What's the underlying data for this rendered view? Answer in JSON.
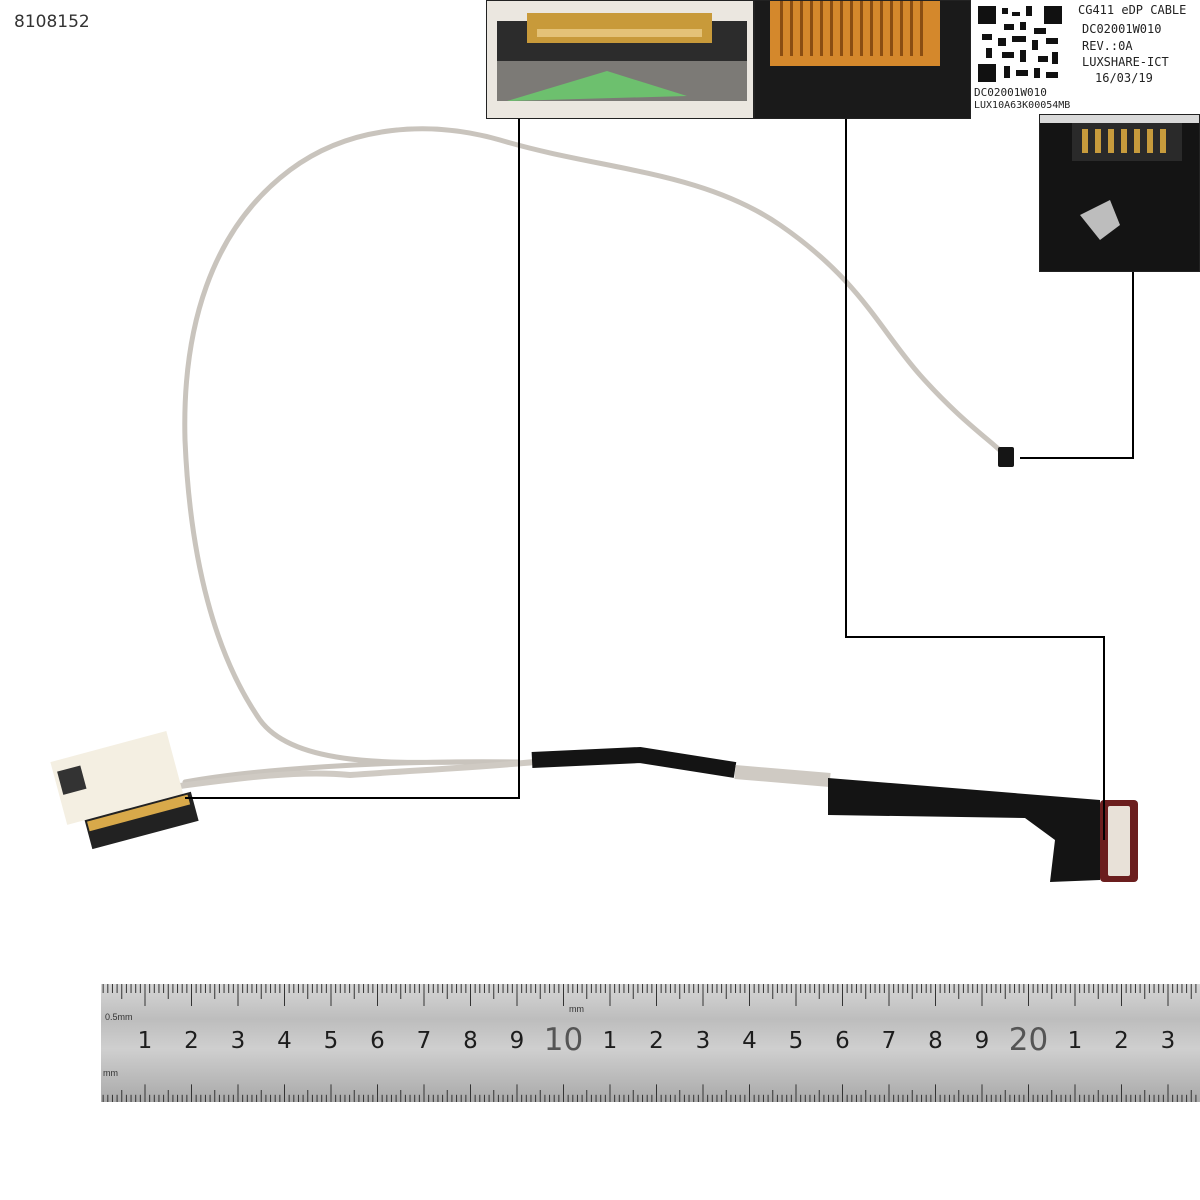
{
  "product": {
    "sku": "8108152"
  },
  "label": {
    "lines": [
      "CG411 eDP CABLE",
      "DC02001W010",
      "REV.:0A",
      "LUXSHARE-ICT",
      "16/03/19",
      "DC02001W010",
      "LUX10A63K00054MB"
    ]
  },
  "ruler": {
    "unit_top": "0.5mm",
    "unit_center": "mm",
    "unit_bottom": "mm",
    "numbers": [
      "1",
      "2",
      "3",
      "4",
      "5",
      "6",
      "7",
      "8",
      "9",
      "10",
      "1",
      "2",
      "3",
      "4",
      "5",
      "6",
      "7",
      "8",
      "9",
      "20",
      "1",
      "2",
      "3"
    ]
  },
  "colors": {
    "cable_grey": "#c9c4bd",
    "tape_black": "#141414",
    "connector_gold": "#c89a3a",
    "leader_line": "#000000"
  }
}
